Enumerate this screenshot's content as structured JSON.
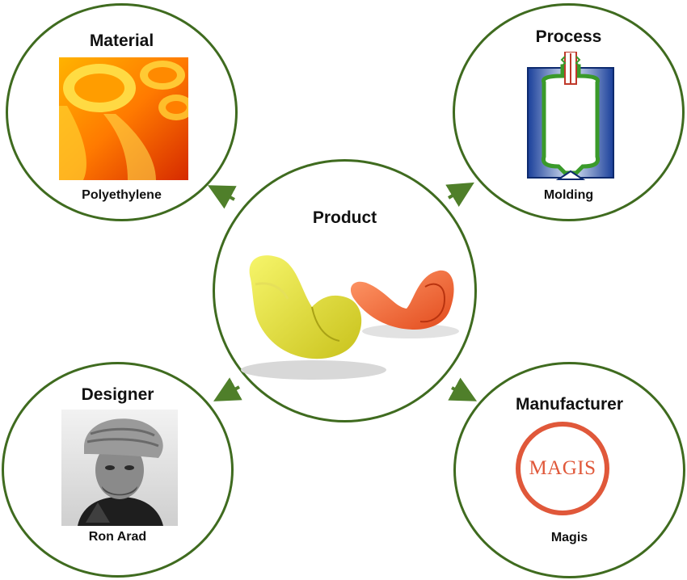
{
  "diagram": {
    "center": {
      "title": "Product"
    },
    "nodes": [
      {
        "id": "material",
        "title": "Material",
        "caption": "Polyethylene"
      },
      {
        "id": "process",
        "title": "Process",
        "caption": "Molding"
      },
      {
        "id": "designer",
        "title": "Designer",
        "caption": "Ron Arad"
      },
      {
        "id": "manufacturer",
        "title": "Manufacturer",
        "caption": "Magis",
        "logo_text": "MAGIS"
      }
    ],
    "colors": {
      "ring": "#3f6b1f",
      "arrow": "#4f7f2a",
      "logo": "#e0583a"
    }
  }
}
